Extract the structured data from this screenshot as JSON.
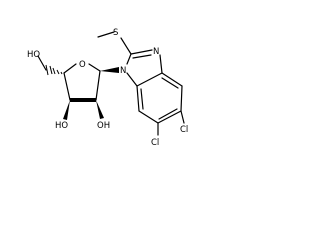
{
  "molecule": {
    "atom_labels": {
      "ring_oxygen": "O",
      "hydroxymethyl": "HO",
      "hydroxyl_c3": "HO",
      "hydroxyl_c2": "OH",
      "imidazole_n1": "N",
      "imidazole_n3": "N",
      "thioether_sulfur": "S",
      "chloro_c5": "Cl",
      "chloro_c6": "Cl"
    },
    "colors": {
      "bond": "#000000",
      "label": "#000000",
      "background": "#ffffff"
    }
  }
}
